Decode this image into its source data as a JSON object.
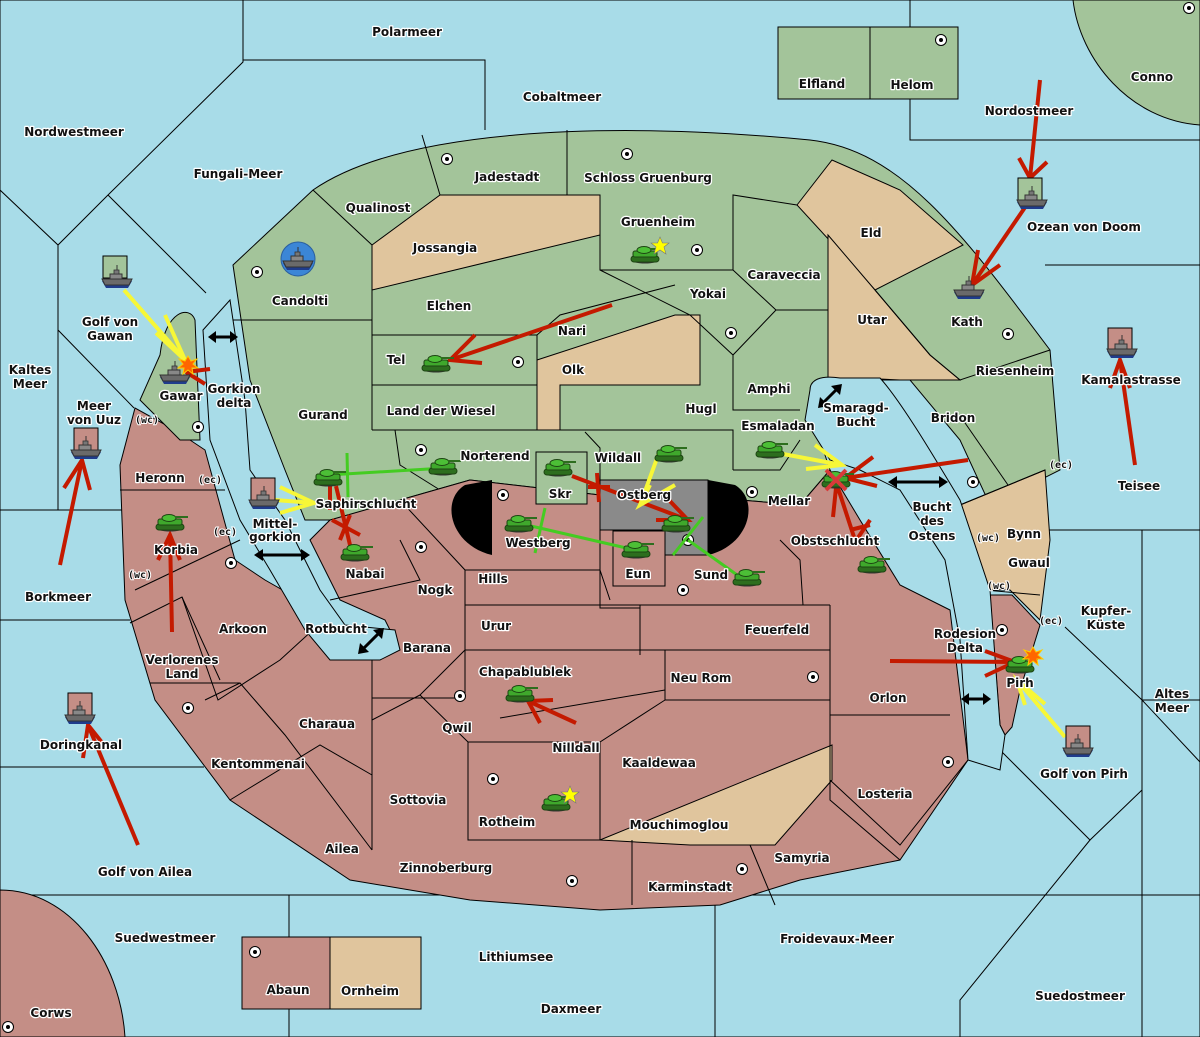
{
  "map": {
    "colors": {
      "sea": "#a8dce8",
      "green_power": "#a3c49a",
      "red_power": "#c48e86",
      "neutral": "#e0c59d",
      "impassable": "#8a8a8a",
      "move_order": "#c41a00",
      "support_order": "#f7f737",
      "convoy_or_hold_support": "#44cc22",
      "dislodge_marker": "#ff8800",
      "home_marker": "#ffff00"
    },
    "sea_labels": [
      {
        "id": "polarmeer",
        "text": "Polarmeer"
      },
      {
        "id": "cobaltmeer",
        "text": "Cobaltmeer"
      },
      {
        "id": "nordwestmeer",
        "text": "Nordwestmeer"
      },
      {
        "id": "fungali-meer",
        "text": "Fungali-Meer"
      },
      {
        "id": "nordostmeer",
        "text": "Nordostmeer"
      },
      {
        "id": "ozean-von-doom",
        "text": "Ozean von Doom"
      },
      {
        "id": "golf-von-gawan-1",
        "text": "Golf von"
      },
      {
        "id": "golf-von-gawan-2",
        "text": "Gawan"
      },
      {
        "id": "kaltes-meer-1",
        "text": "Kaltes"
      },
      {
        "id": "kaltes-meer-2",
        "text": "Meer"
      },
      {
        "id": "meer-von-uuz-1",
        "text": "Meer"
      },
      {
        "id": "meer-von-uuz-2",
        "text": "von Uuz"
      },
      {
        "id": "gorkion-delta-1",
        "text": "Gorkion"
      },
      {
        "id": "gorkion-delta-2",
        "text": "delta"
      },
      {
        "id": "mittelgorkion-1",
        "text": "Mittel-"
      },
      {
        "id": "mittelgorkion-2",
        "text": "gorkion"
      },
      {
        "id": "borkmeer",
        "text": "Borkmeer"
      },
      {
        "id": "rotbucht",
        "text": "Rotbucht"
      },
      {
        "id": "smaragd-bucht-1",
        "text": "Smaragd-"
      },
      {
        "id": "smaragd-bucht-2",
        "text": "Bucht"
      },
      {
        "id": "bucht-des-ostens-1",
        "text": "Bucht"
      },
      {
        "id": "bucht-des-ostens-2",
        "text": "des"
      },
      {
        "id": "bucht-des-ostens-3",
        "text": "Ostens"
      },
      {
        "id": "kamalastrasse",
        "text": "Kamalastrasse"
      },
      {
        "id": "teisee",
        "text": "Teisee"
      },
      {
        "id": "kupfer-kueste-1",
        "text": "Kupfer-"
      },
      {
        "id": "kupfer-kueste-2",
        "text": "Küste"
      },
      {
        "id": "rodesion-delta-1",
        "text": "Rodesion"
      },
      {
        "id": "rodesion-delta-2",
        "text": "Delta"
      },
      {
        "id": "altes-meer-1",
        "text": "Altes"
      },
      {
        "id": "altes-meer-2",
        "text": "Meer"
      },
      {
        "id": "golf-von-pirh",
        "text": "Golf von Pirh"
      },
      {
        "id": "doringkanal",
        "text": "Doringkanal"
      },
      {
        "id": "golf-von-ailea",
        "text": "Golf von Ailea"
      },
      {
        "id": "suedwestmeer",
        "text": "Suedwestmeer"
      },
      {
        "id": "lithiumsee",
        "text": "Lithiumsee"
      },
      {
        "id": "froidevaux-meer",
        "text": "Froidevaux-Meer"
      },
      {
        "id": "daxmeer",
        "text": "Daxmeer"
      },
      {
        "id": "suedostmeer",
        "text": "Suedostmeer"
      }
    ],
    "land_labels": [
      {
        "id": "elfland",
        "text": "Elfland"
      },
      {
        "id": "helom",
        "text": "Helom"
      },
      {
        "id": "conno",
        "text": "Conno"
      },
      {
        "id": "jadestadt",
        "text": "Jadestadt"
      },
      {
        "id": "schloss-gruenburg",
        "text": "Schloss Gruenburg"
      },
      {
        "id": "qualinost",
        "text": "Qualinost"
      },
      {
        "id": "gruenheim",
        "text": "Gruenheim"
      },
      {
        "id": "jossangia",
        "text": "Jossangia"
      },
      {
        "id": "eld",
        "text": "Eld"
      },
      {
        "id": "candolti",
        "text": "Candolti"
      },
      {
        "id": "elchen",
        "text": "Elchen"
      },
      {
        "id": "caraveccia",
        "text": "Caraveccia"
      },
      {
        "id": "yokai",
        "text": "Yokai"
      },
      {
        "id": "nari",
        "text": "Nari"
      },
      {
        "id": "utar",
        "text": "Utar"
      },
      {
        "id": "kath",
        "text": "Kath"
      },
      {
        "id": "tel",
        "text": "Tel"
      },
      {
        "id": "olk",
        "text": "Olk"
      },
      {
        "id": "amphi",
        "text": "Amphi"
      },
      {
        "id": "riesenheim",
        "text": "Riesenheim"
      },
      {
        "id": "gawar",
        "text": "Gawar"
      },
      {
        "id": "gurand",
        "text": "Gurand"
      },
      {
        "id": "land-der-wiesel",
        "text": "Land der Wiesel"
      },
      {
        "id": "hugl",
        "text": "Hugl"
      },
      {
        "id": "bridon",
        "text": "Bridon"
      },
      {
        "id": "esmaladan",
        "text": "Esmaladan"
      },
      {
        "id": "norterend",
        "text": "Norterend"
      },
      {
        "id": "wildall",
        "text": "Wildall"
      },
      {
        "id": "heronn",
        "text": "Heronn"
      },
      {
        "id": "skr",
        "text": "Skr"
      },
      {
        "id": "ostberg",
        "text": "Ostberg"
      },
      {
        "id": "mellar",
        "text": "Mellar"
      },
      {
        "id": "saphirschlucht",
        "text": "Saphirschlucht"
      },
      {
        "id": "korbia",
        "text": "Korbia"
      },
      {
        "id": "westberg",
        "text": "Westberg"
      },
      {
        "id": "obstschlucht",
        "text": "Obstschlucht"
      },
      {
        "id": "bynn",
        "text": "Bynn"
      },
      {
        "id": "nabai",
        "text": "Nabai"
      },
      {
        "id": "eun",
        "text": "Eun"
      },
      {
        "id": "sund",
        "text": "Sund"
      },
      {
        "id": "gwaul",
        "text": "Gwaul"
      },
      {
        "id": "hills",
        "text": "Hills"
      },
      {
        "id": "nogk",
        "text": "Nogk"
      },
      {
        "id": "arkoon",
        "text": "Arkoon"
      },
      {
        "id": "urur",
        "text": "Urur"
      },
      {
        "id": "feuerfeld",
        "text": "Feuerfeld"
      },
      {
        "id": "barana",
        "text": "Barana"
      },
      {
        "id": "verlorenes-land-1",
        "text": "Verlorenes"
      },
      {
        "id": "verlorenes-land-2",
        "text": "Land"
      },
      {
        "id": "chapablublek",
        "text": "Chapablublek"
      },
      {
        "id": "neu-rom",
        "text": "Neu Rom"
      },
      {
        "id": "pirh",
        "text": "Pirh"
      },
      {
        "id": "orlon",
        "text": "Orlon"
      },
      {
        "id": "charaua",
        "text": "Charaua"
      },
      {
        "id": "qwil",
        "text": "Qwil"
      },
      {
        "id": "nilldall",
        "text": "Nilldall"
      },
      {
        "id": "kentommenai",
        "text": "Kentommenai"
      },
      {
        "id": "kaaldewaa",
        "text": "Kaaldewaa"
      },
      {
        "id": "sottovia",
        "text": "Sottovia"
      },
      {
        "id": "losteria",
        "text": "Losteria"
      },
      {
        "id": "rotheim",
        "text": "Rotheim"
      },
      {
        "id": "mouchimoglou",
        "text": "Mouchimoglou"
      },
      {
        "id": "ailea",
        "text": "Ailea"
      },
      {
        "id": "samyria",
        "text": "Samyria"
      },
      {
        "id": "zinnoberburg",
        "text": "Zinnoberburg"
      },
      {
        "id": "karminstadt",
        "text": "Karminstadt"
      },
      {
        "id": "abaun",
        "text": "Abaun"
      },
      {
        "id": "ornheim",
        "text": "Ornheim"
      },
      {
        "id": "corws",
        "text": "Corws"
      }
    ],
    "coast_labels": {
      "wc": "(wc)",
      "ec": "(ec)"
    },
    "units": {
      "army": "army-icon",
      "fleet": "fleet-icon"
    }
  }
}
